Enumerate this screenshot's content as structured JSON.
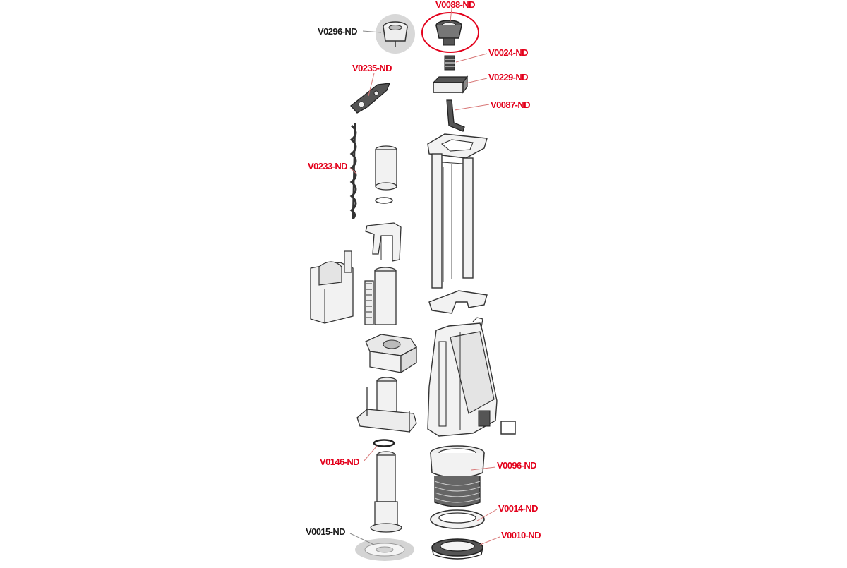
{
  "colors": {
    "label_red": "#e3001b",
    "label_black": "#1a1a1a",
    "leader_red": "#d87878",
    "leader_gray": "#8a8a8a",
    "part_outline": "#333333",
    "part_fill": "#f2f2f2",
    "part_dark": "#3a3a3a",
    "halo": "#d4d4d4",
    "highlight_ring": "#e3001b"
  },
  "labels": [
    {
      "id": "v0088",
      "text": "V0088-ND",
      "color": "red"
    },
    {
      "id": "v0296",
      "text": "V0296-ND",
      "color": "black"
    },
    {
      "id": "v0024",
      "text": "V0024-ND",
      "color": "red"
    },
    {
      "id": "v0235",
      "text": "V0235-ND",
      "color": "red"
    },
    {
      "id": "v0229",
      "text": "V0229-ND",
      "color": "red"
    },
    {
      "id": "v0087",
      "text": "V0087-ND",
      "color": "red"
    },
    {
      "id": "v0233",
      "text": "V0233-ND",
      "color": "red"
    },
    {
      "id": "v0146",
      "text": "V0146-ND",
      "color": "red"
    },
    {
      "id": "v0096",
      "text": "V0096-ND",
      "color": "red"
    },
    {
      "id": "v0014",
      "text": "V0014-ND",
      "color": "red"
    },
    {
      "id": "v0015",
      "text": "V0015-ND",
      "color": "black"
    },
    {
      "id": "v0010",
      "text": "V0010-ND",
      "color": "red"
    }
  ]
}
